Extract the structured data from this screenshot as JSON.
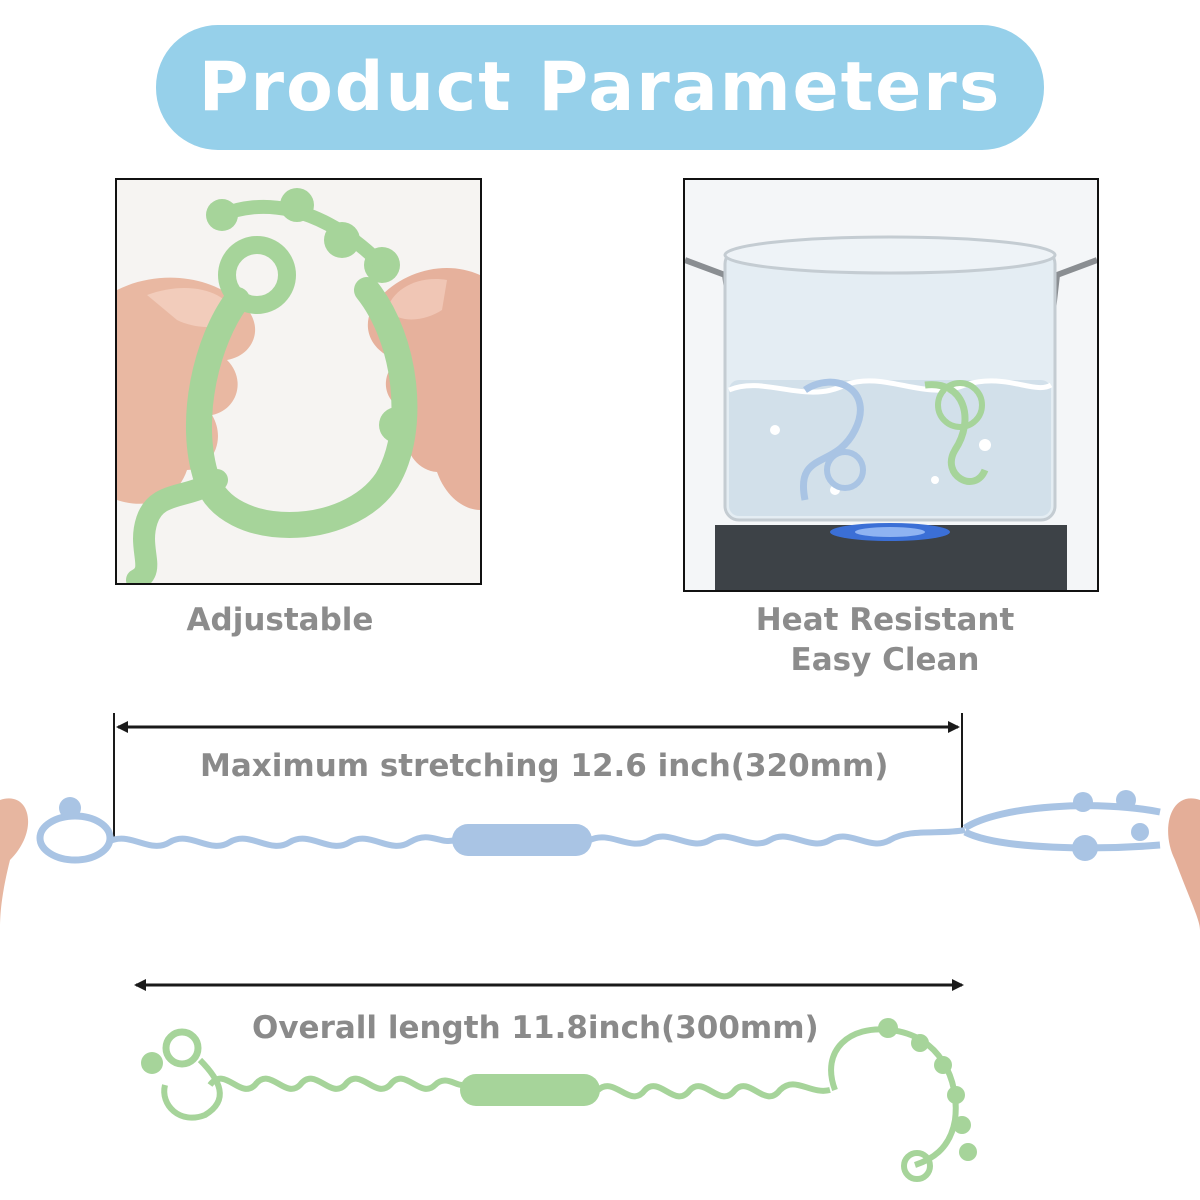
{
  "banner": {
    "title": "Product Parameters"
  },
  "features": {
    "left_caption": "Adjustable",
    "right_caption_line1": "Heat Resistant",
    "right_caption_line2": "Easy Clean"
  },
  "measurements": {
    "max_stretch_label": "Maximum stretching 12.6 inch(320mm)",
    "overall_length_label": "Overall length 11.8inch(300mm)"
  },
  "colors": {
    "banner": "#96d0ea",
    "banner_text": "#ffffff",
    "caption_text": "#8c8c8c",
    "strap_blue": "#a9c4e4",
    "strap_green": "#a6d49a",
    "arrow": "#1a1a1a"
  }
}
